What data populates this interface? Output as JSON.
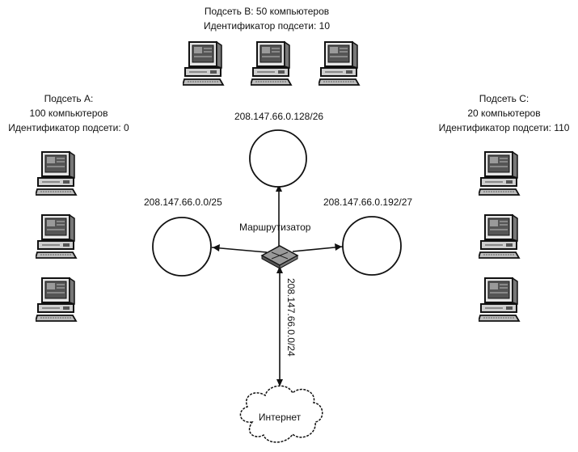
{
  "subnet_b": {
    "title": "Подсеть B: 50 компьютеров",
    "id_label": "Идентификатор подсети: 10",
    "network": "208.147.66.0.128/26"
  },
  "subnet_a": {
    "title": "Подсеть A:",
    "count": "100 компьютеров",
    "id_label": "Идентификатор подсети: 0",
    "network": "208.147.66.0.0/25"
  },
  "subnet_c": {
    "title": "Подсеть C:",
    "count": "20 компьютеров",
    "id_label": "Идентификатор подсети: 110",
    "network": "208.147.66.0.192/27"
  },
  "router": {
    "label": "Маршрутизатор"
  },
  "uplink": {
    "network": "208.147.66.0.0/24"
  },
  "internet": {
    "label": "Интернет"
  },
  "icons": {
    "computer": "computer-icon",
    "router": "router-icon",
    "cloud": "cloud-icon"
  }
}
